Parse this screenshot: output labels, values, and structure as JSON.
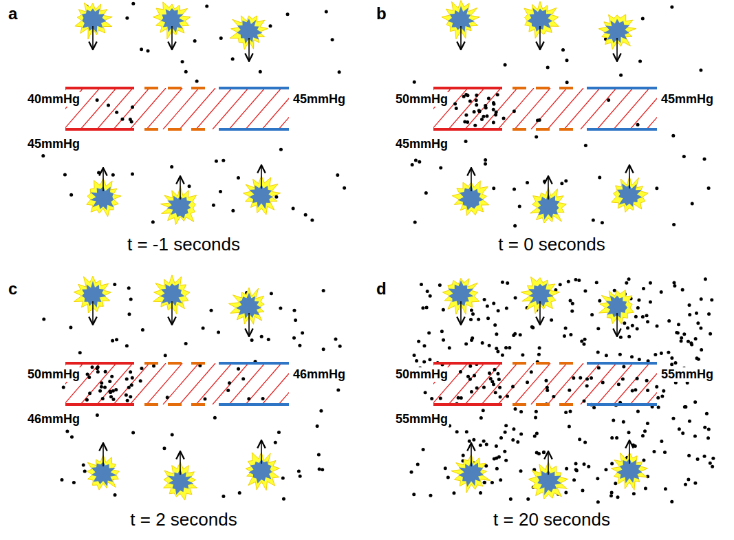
{
  "diagram": {
    "labels": [
      "a",
      "40mmHg",
      "45mmHg",
      "45mmHg",
      "t = -1 seconds",
      "b",
      "50mmHg",
      "45mmHg",
      "45mmHg",
      "t = 0 seconds",
      "c",
      "50mmHg",
      "46mmHg",
      "46mmHg",
      "t = 2 seconds",
      "d",
      "50mmHg",
      "55mmHg",
      "55mmHg",
      "t = 20 seconds"
    ]
  }
}
